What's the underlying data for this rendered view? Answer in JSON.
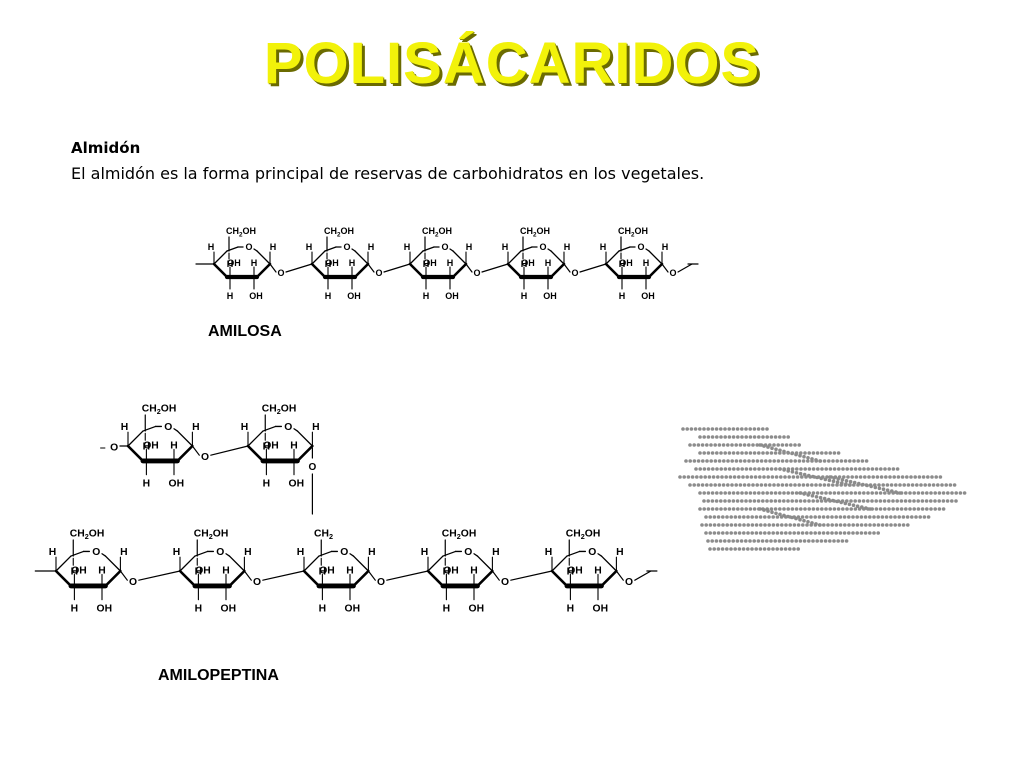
{
  "slide": {
    "title": "POLISÁCARIDOS",
    "subheading": "Almidón",
    "description": "El almidón es la forma principal de reservas de carbohidratos en los vegetales."
  },
  "diagrams": {
    "amilosa_label": "AMILOSA",
    "amilopeptina_label": "AMILOPEPTINA"
  },
  "chem": {
    "ch2oh": "CH2OH",
    "ch2": "CH2",
    "oh": "OH",
    "h": "H",
    "o": "O"
  },
  "colors": {
    "title": "#f2f20a",
    "title_shadow": "#6b6b00",
    "ink": "#000000",
    "beads": "#8c8c8c"
  }
}
